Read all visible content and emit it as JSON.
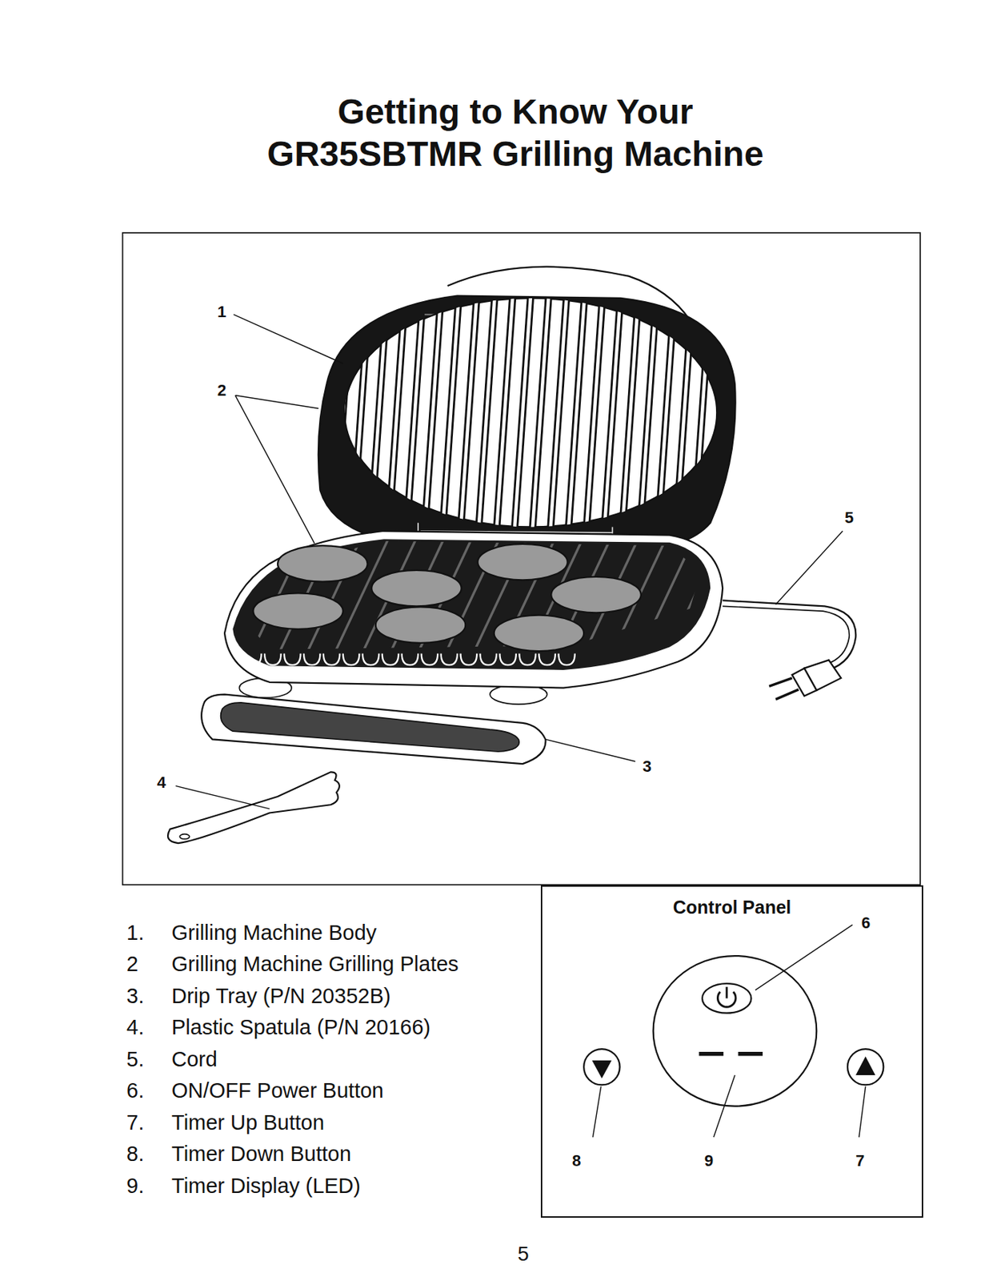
{
  "diagram": {
    "title": "Getting to Know Your GR35SBTMR Grilling Machine",
    "nodes": [
      {
        "text": [
          "Control Panel"
        ]
      }
    ],
    "labels": [
      "1",
      "2",
      "3",
      "4",
      "5",
      "1.",
      "Grilling Machine Body",
      "2",
      "Grilling Machine Grilling Plates",
      "3.",
      "Drip Tray (P/N 20352B)",
      "4.",
      "Plastic Spatula (P/N 20166)",
      "5.",
      "Cord",
      "6.",
      "ON/OFF Power Button",
      "7.",
      "Timer Up Button",
      "8.",
      "Timer Down Button",
      "9.",
      "Timer Display (LED)",
      "6",
      "8",
      "9",
      "7",
      "5"
    ]
  }
}
